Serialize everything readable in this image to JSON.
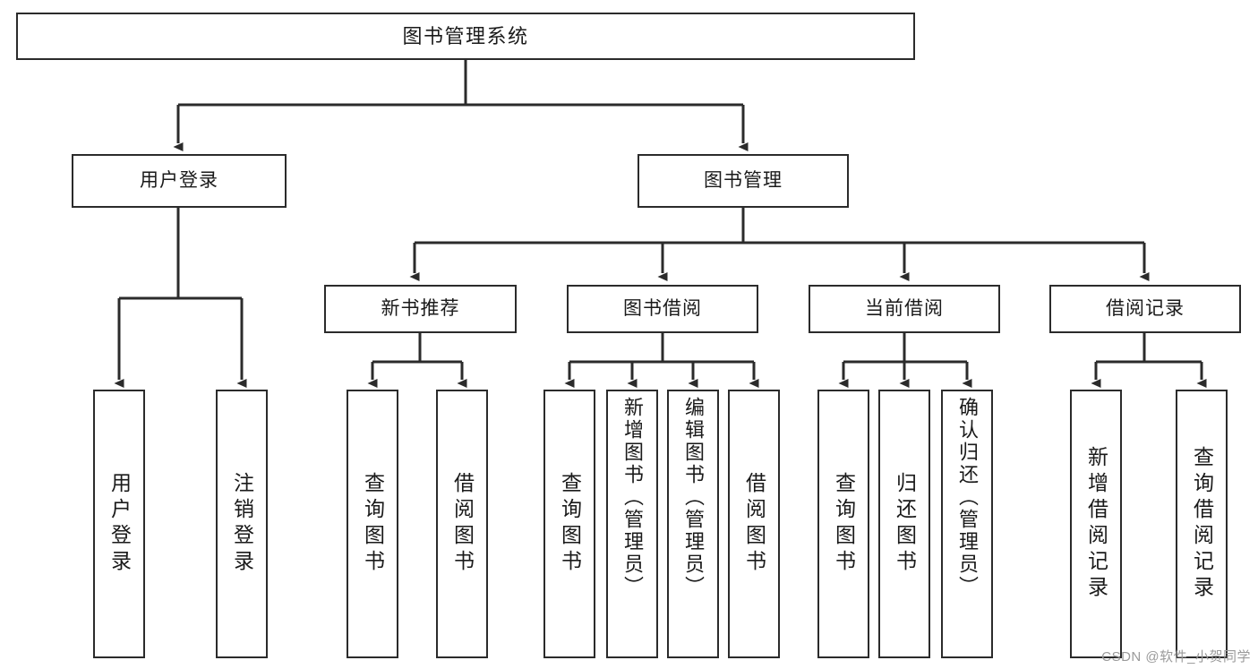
{
  "diagram": {
    "type": "tree-hierarchy",
    "title": "图书管理系统",
    "watermark": "CSDN @软件_小贺同学",
    "colors": {
      "stroke": "#2b2b2b",
      "fill": "#ffffff",
      "text": "#1a1a1a",
      "watermark": "#9a9a9a"
    },
    "nodes": {
      "root": "图书管理系统",
      "level1": [
        "用户登录",
        "图书管理"
      ],
      "level2": [
        "新书推荐",
        "图书借阅",
        "当前借阅",
        "借阅记录"
      ],
      "leaves_user_login": [
        "用户登录",
        "注销登录"
      ],
      "leaves_new_book": [
        "查询图书",
        "借阅图书"
      ],
      "leaves_borrow": [
        "查询图书",
        "新增图书（管理员）",
        "编辑图书（管理员）",
        "借阅图书"
      ],
      "leaves_current": [
        "查询图书",
        "归还图书",
        "确认归还（管理员）"
      ],
      "leaves_record": [
        "新增借阅记录",
        "查询借阅记录"
      ]
    }
  }
}
